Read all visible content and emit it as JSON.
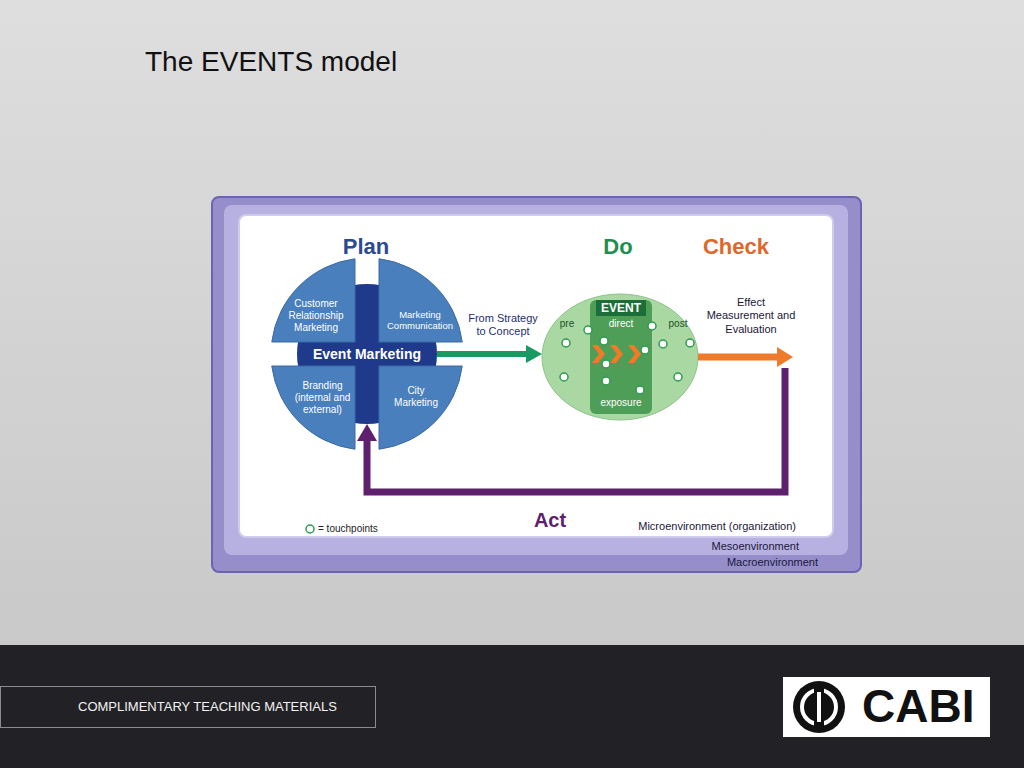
{
  "diagram": {
    "title": "The EVENTS model",
    "nodes": [
      {
        "text": [
          "Macroenvironment"
        ]
      },
      {
        "text": [
          "Mesoenvironment"
        ],
        "in": 0
      },
      {
        "text": [
          "Microenvironment (organization)"
        ],
        "in": 1
      },
      {
        "text": [
          "Event Marketing"
        ],
        "in": 2
      },
      {
        "text": [
          "Customer Relationship Marketing"
        ],
        "in": 2
      },
      {
        "text": [
          "Marketing Communication"
        ],
        "in": 2
      },
      {
        "text": [
          "Branding (internal and external)"
        ],
        "in": 2
      },
      {
        "text": [
          "City Marketing"
        ],
        "in": 2
      },
      {
        "text": [
          "pre",
          "post"
        ],
        "in": 2
      },
      {
        "text": [
          "EVENT",
          "direct",
          "exposure"
        ],
        "in": 8
      },
      {
        "text": [
          "COMPLIMENTARY TEACHING MATERIALS"
        ]
      },
      {
        "text": [
          "CABI"
        ]
      }
    ],
    "edges": [
      {
        "from": 3,
        "to": 8,
        "label": "From Strategy to Concept",
        "arrow": "to"
      },
      {
        "from": 8,
        "to": 3,
        "label": "Act",
        "arrow": "to"
      }
    ],
    "labels": [
      "Plan",
      "Do",
      "Check",
      "Effect Measurement and Evaluation"
    ],
    "legend": [
      {
        "text": "= touchpoints"
      }
    ]
  }
}
